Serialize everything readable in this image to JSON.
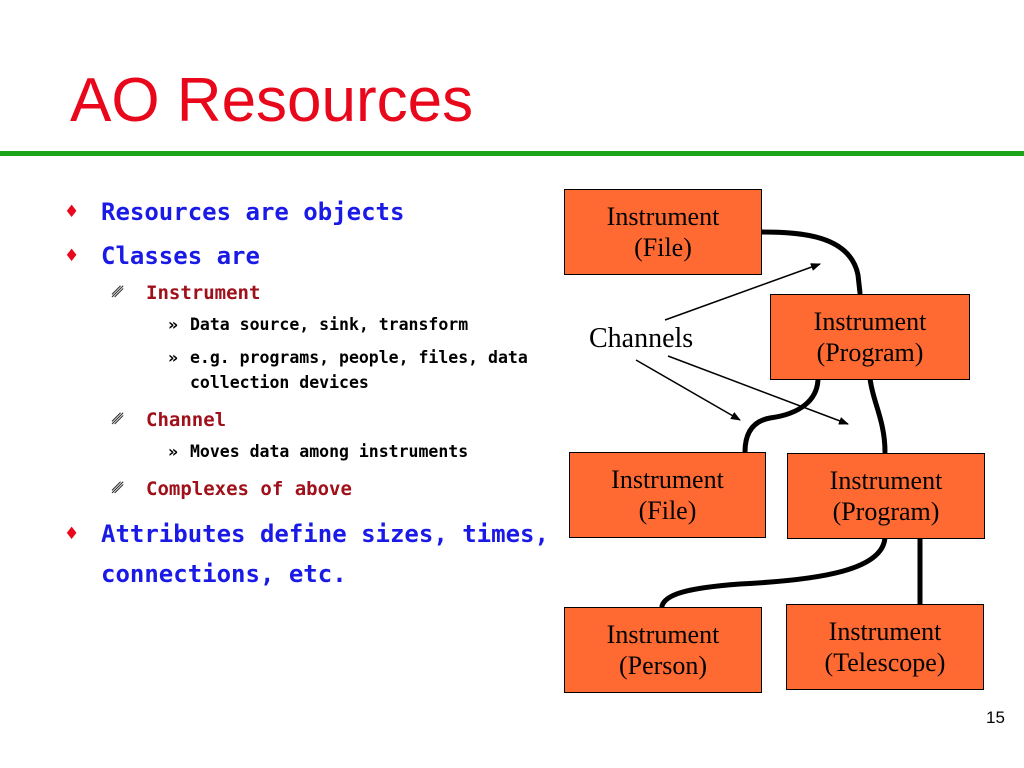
{
  "slide": {
    "title": "AO Resources",
    "page_number": "15"
  },
  "bullets": {
    "b1": "Resources are objects",
    "b2": "Classes are",
    "instrument": "Instrument",
    "instrument_sub1": "Data source, sink, transform",
    "instrument_sub2": "e.g. programs, people, files, data collection devices",
    "channel": "Channel",
    "channel_sub1": "Moves data among instruments",
    "complexes": "Complexes of above",
    "b3": "Attributes define sizes, times, connections, etc.",
    "l1_marker": "♦",
    "l2_marker": "␥",
    "l3_marker": "»"
  },
  "diagram": {
    "channels_label": "Channels",
    "boxes": [
      {
        "line1": "Instrument",
        "line2": "(File)"
      },
      {
        "line1": "Instrument",
        "line2": "(Program)"
      },
      {
        "line1": "Instrument",
        "line2": "(File)"
      },
      {
        "line1": "Instrument",
        "line2": "(Program)"
      },
      {
        "line1": "Instrument",
        "line2": "(Person)"
      },
      {
        "line1": "Instrument",
        "line2": "(Telescope)"
      }
    ],
    "box_color": "#ff6a33"
  },
  "colors": {
    "title": "#e8071b",
    "rule": "#1ba51b",
    "level1_text": "#1a1ae6",
    "level2_text": "#a0101a"
  }
}
